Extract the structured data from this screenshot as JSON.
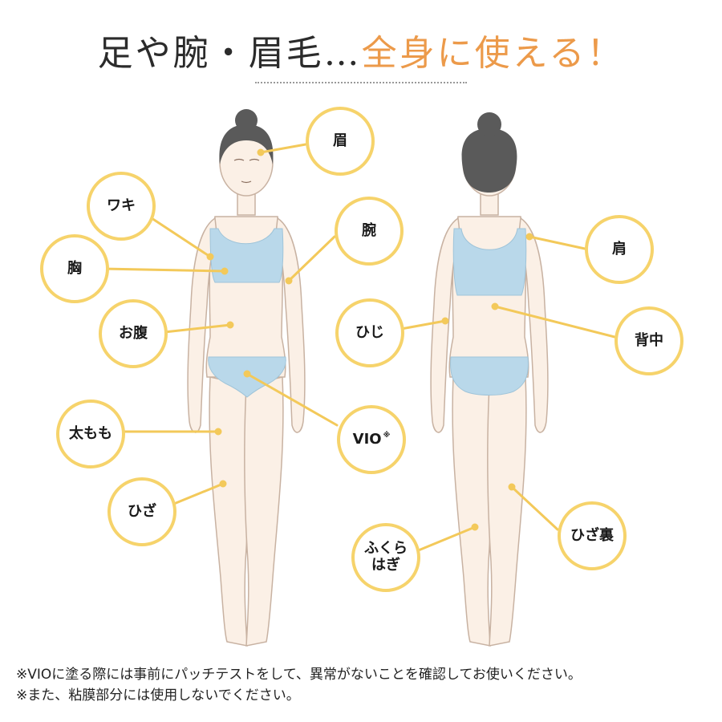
{
  "title": {
    "part1": "足や腕・眉毛…",
    "part2": "全身に使える！"
  },
  "colors": {
    "accent": "#ec9a4a",
    "circle_border": "#f6d36b",
    "line": "#f3c95a",
    "underwear": "#b9d8ea",
    "skin": "#fbf0e6"
  },
  "front_labels": [
    {
      "key": "mayu",
      "label": "眉"
    },
    {
      "key": "waki",
      "label": "ワキ"
    },
    {
      "key": "mune",
      "label": "胸"
    },
    {
      "key": "ude",
      "label": "腕"
    },
    {
      "key": "onaka",
      "label": "お腹"
    },
    {
      "key": "vio",
      "label": "VIO",
      "note_mark": "※"
    },
    {
      "key": "futomomo",
      "label": "太もも"
    },
    {
      "key": "hiza",
      "label": "ひざ"
    }
  ],
  "back_labels": [
    {
      "key": "kata",
      "label": "肩"
    },
    {
      "key": "hiji",
      "label": "ひじ"
    },
    {
      "key": "senaka",
      "label": "背中"
    },
    {
      "key": "hizaura",
      "label": "ひざ裏"
    },
    {
      "key": "fukurahagi",
      "label": "ふくら\nはぎ"
    }
  ],
  "notes": [
    "※VIOに塗る際には事前にパッチテストをして、異常がないことを確認してお使いください。",
    "※また、粘膜部分には使用しないでください。"
  ]
}
